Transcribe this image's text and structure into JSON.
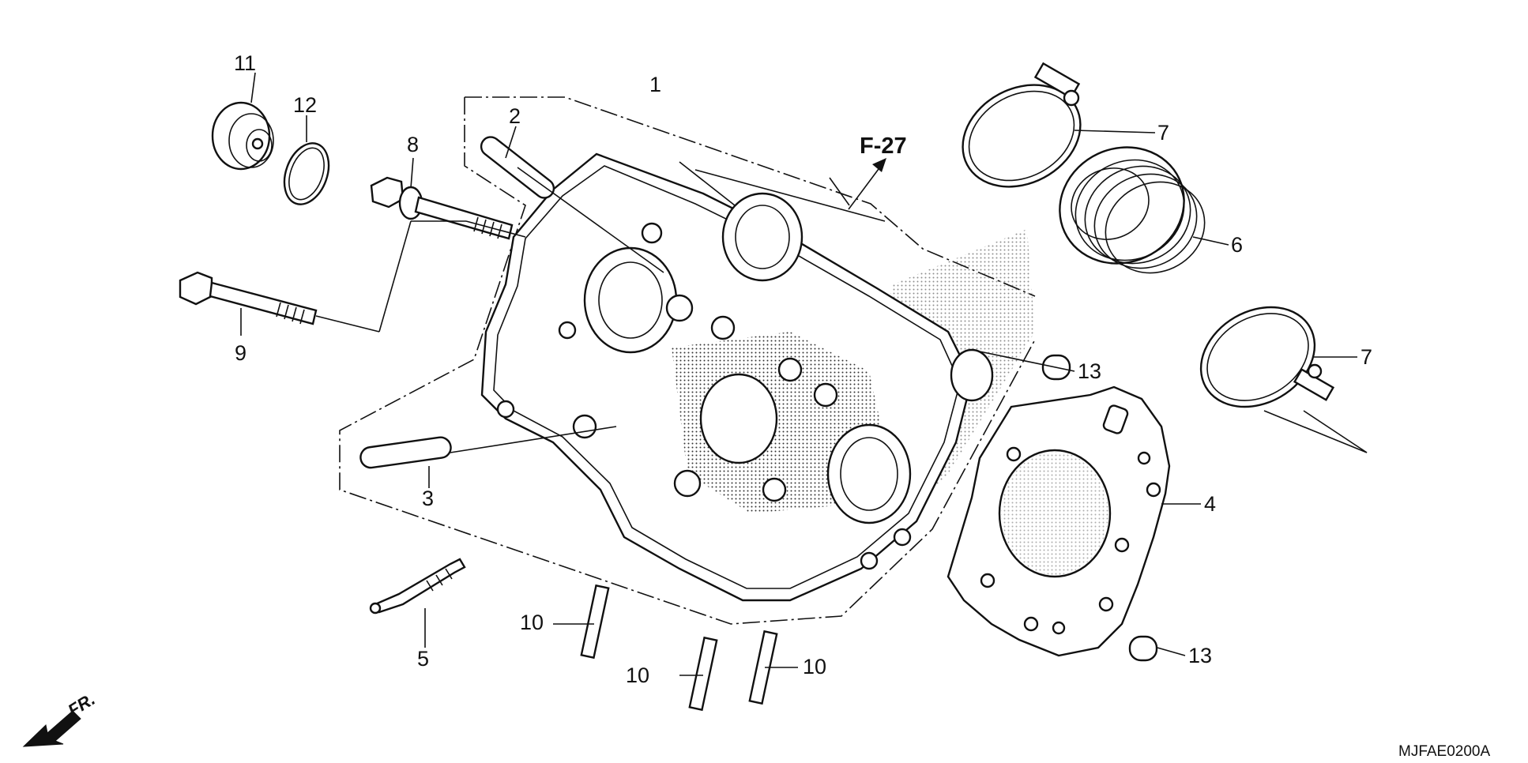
{
  "diagram": {
    "reference_label": "F-27",
    "direction_label": "FR.",
    "diagram_code": "MJFAE0200A",
    "callouts": [
      "1",
      "2",
      "3",
      "4",
      "5",
      "6",
      "7",
      "7",
      "8",
      "9",
      "10",
      "10",
      "10",
      "11",
      "12",
      "13",
      "13"
    ]
  }
}
